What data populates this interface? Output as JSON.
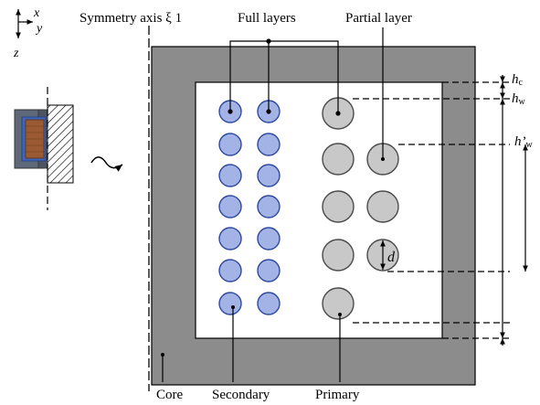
{
  "labels": {
    "symmetry_axis": "Symmetry axis ξ 1",
    "full_layers": "Full layers",
    "partial_layer": "Partial layer",
    "core": "Core",
    "secondary": "Secondary",
    "primary": "Primary"
  },
  "axes": {
    "x": "x",
    "y": "y",
    "z": "z"
  },
  "dimensions": {
    "h_c": {
      "symbol": "h",
      "subscript": "c"
    },
    "h_w": {
      "symbol": "h",
      "subscript": "w"
    },
    "h_w_prime": {
      "symbol": "h’",
      "subscript": "w"
    },
    "d": "d"
  },
  "windings": {
    "secondary_layers": 2,
    "secondary_turns_per_layer": 7,
    "primary_full_layer_turns": 5,
    "primary_partial_layer_turns": 3
  },
  "colors": {
    "core_fill": "#8c8c8c",
    "window_fill": "#ffffff",
    "secondary_fill": "#a4b3e6",
    "secondary_stroke": "#2f4a9e",
    "primary_fill": "#c8c8c8",
    "primary_stroke": "#4a4a4a",
    "line": "#000000"
  }
}
